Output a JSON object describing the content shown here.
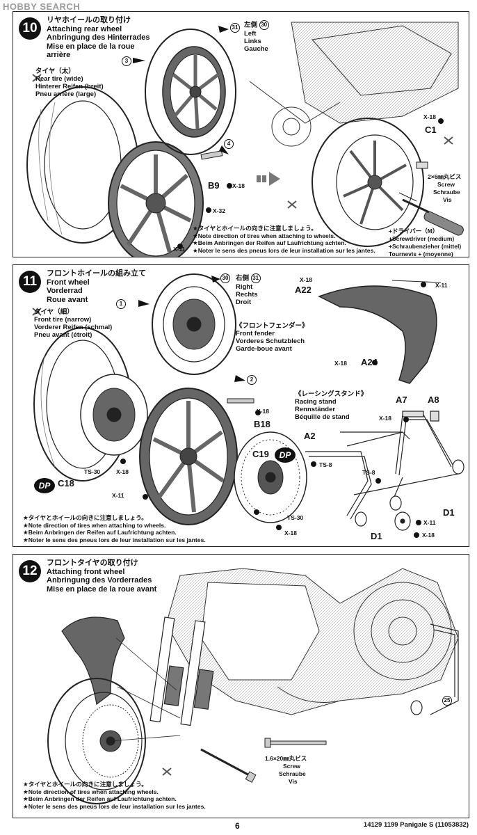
{
  "watermark": "HOBBY SEARCH",
  "footer": {
    "page": "6",
    "code": "14129 1199 Panigale S (11053832)"
  },
  "step10": {
    "number": "10",
    "title": [
      "リヤホイールの取り付け",
      "Attaching rear wheel",
      "Anbringung des Hinterrades",
      "Mise en place de la roue",
      "arrière"
    ],
    "tire": [
      "タイヤ（太）",
      "Rear tire (wide)",
      "Hinterer Reifen (breit)",
      "Pneu arrière (large)"
    ],
    "side": [
      "左側",
      "Left",
      "Links",
      "Gauche"
    ],
    "side_num": "30",
    "callouts": {
      "c31": "31",
      "c3": "3",
      "c4": "4"
    },
    "parts": {
      "b9": "B9",
      "c1": "C1"
    },
    "colors": {
      "x18_a": "X-18",
      "x18_b": "X-18",
      "x32": "X-32",
      "x11": "X-11"
    },
    "screw": [
      "2×6㎜丸ビス",
      "Screw",
      "Schraube",
      "Vis"
    ],
    "screwdriver": [
      "+ドライバー（M）",
      "+Screwdriver (medium)",
      "+Schraubenzieher (mittel)",
      "Tournevis + (moyenne)"
    ],
    "notes": [
      "★タイヤとホイールの向きに注意しましょう。",
      "★Note direction of tires when attaching to wheels.",
      "★Beim Anbringen der Reifen auf Laufrichtung achten.",
      "★Noter le sens des pneus lors de leur installation sur les jantes."
    ]
  },
  "step11": {
    "number": "11",
    "title": [
      "フロントホイールの組み立て",
      "Front wheel",
      "Vorderrad",
      "Roue avant"
    ],
    "tire": [
      "タイヤ（細）",
      "Front tire (narrow)",
      "Vorderer Reifen (schmal)",
      "Pneu avant (étroit)"
    ],
    "side": [
      "右側",
      "Right",
      "Rechts",
      "Droit"
    ],
    "side_nums": [
      "30",
      "31"
    ],
    "callouts": {
      "c1": "1",
      "c2": "2"
    },
    "fender": [
      "《フロントフェンダー》",
      "Front fender",
      "Vorderes Schutzblech",
      "Garde-boue avant"
    ],
    "stand": [
      "《レーシングスタンド》",
      "Racing stand",
      "Rennständer",
      "Béquille de stand"
    ],
    "parts": {
      "a22": "A22",
      "a24": "A24",
      "b18": "B18",
      "c19": "C19",
      "c18": "C18",
      "a7": "A7",
      "a8": "A8",
      "a2": "A2",
      "d1a": "D1",
      "d1b": "D1"
    },
    "colors": {
      "a22_x18": "X-18",
      "a22_x11": "X-11",
      "a24_x18": "X-18",
      "b18_x18": "X-18",
      "ts30_a": "TS-30",
      "c18_x18": "X-18",
      "x11": "X-11",
      "ts30_b": "TS-30",
      "c19_x18": "X-18",
      "a7_x18": "X-18",
      "ts8_a": "TS-8",
      "ts8_b": "TS-8",
      "d1_x11": "X-11",
      "d1_x18": "X-18"
    },
    "dp": "DP",
    "notes": [
      "★タイヤとホイールの向きに注意しましょう。",
      "★Note direction of tires when attaching to wheels.",
      "★Beim Anbringen der Reifen auf Laufrichtung achten.",
      "★Noter le sens des pneus lors de leur installation sur les jantes."
    ]
  },
  "step12": {
    "number": "12",
    "title": [
      "フロントタイヤの取り付け",
      "Attaching front wheel",
      "Anbringung des Vorderrades",
      "Mise en place de la roue avant"
    ],
    "screw": [
      "1.6×20㎜丸ビス",
      "Screw",
      "Schraube",
      "Vis"
    ],
    "callout": "25",
    "notes": [
      "★タイヤとホイールの向きに注意しましょう。",
      "★Note direction of tires when attaching wheels.",
      "★Beim Anbringen der Reifen auf Laufrichtung achten.",
      "★Noter le sens des pneus lors de leur installation sur les jantes."
    ]
  }
}
